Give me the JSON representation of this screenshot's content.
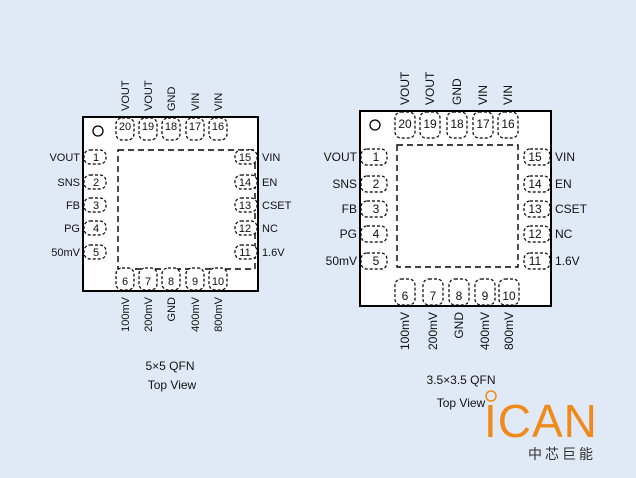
{
  "packages": [
    {
      "id": "qfn5x5",
      "caption_size": "5×5 QFN",
      "caption_view": "Top View",
      "pins": {
        "top": [
          {
            "num": "20",
            "name": "VOUT"
          },
          {
            "num": "19",
            "name": "VOUT"
          },
          {
            "num": "18",
            "name": "GND"
          },
          {
            "num": "17",
            "name": "VIN"
          },
          {
            "num": "16",
            "name": "VIN"
          }
        ],
        "left": [
          {
            "num": "1",
            "name": "VOUT"
          },
          {
            "num": "2",
            "name": "SNS"
          },
          {
            "num": "3",
            "name": "FB"
          },
          {
            "num": "4",
            "name": "PG"
          },
          {
            "num": "5",
            "name": "50mV"
          }
        ],
        "right": [
          {
            "num": "15",
            "name": "VIN"
          },
          {
            "num": "14",
            "name": "EN"
          },
          {
            "num": "13",
            "name": "CSET"
          },
          {
            "num": "12",
            "name": "NC"
          },
          {
            "num": "11",
            "name": "1.6V"
          }
        ],
        "bottom": [
          {
            "num": "6",
            "name": "100mV"
          },
          {
            "num": "7",
            "name": "200mV"
          },
          {
            "num": "8",
            "name": "GND"
          },
          {
            "num": "9",
            "name": "400mV"
          },
          {
            "num": "10",
            "name": "800mV"
          }
        ]
      }
    },
    {
      "id": "qfn3p5",
      "caption_size": "3.5×3.5 QFN",
      "caption_view": "Top View",
      "pins": {
        "top": [
          {
            "num": "20",
            "name": "VOUT"
          },
          {
            "num": "19",
            "name": "VOUT"
          },
          {
            "num": "18",
            "name": "GND"
          },
          {
            "num": "17",
            "name": "VIN"
          },
          {
            "num": "16",
            "name": "VIN"
          }
        ],
        "left": [
          {
            "num": "1",
            "name": "VOUT"
          },
          {
            "num": "2",
            "name": "SNS"
          },
          {
            "num": "3",
            "name": "FB"
          },
          {
            "num": "4",
            "name": "PG"
          },
          {
            "num": "5",
            "name": "50mV"
          }
        ],
        "right": [
          {
            "num": "15",
            "name": "VIN"
          },
          {
            "num": "14",
            "name": "EN"
          },
          {
            "num": "13",
            "name": "CSET"
          },
          {
            "num": "12",
            "name": "NC"
          },
          {
            "num": "11",
            "name": "1.6V"
          }
        ],
        "bottom": [
          {
            "num": "6",
            "name": "100mV"
          },
          {
            "num": "7",
            "name": "200mV"
          },
          {
            "num": "8",
            "name": "GND"
          },
          {
            "num": "9",
            "name": "400mV"
          },
          {
            "num": "10",
            "name": "800mV"
          }
        ]
      }
    }
  ],
  "logo": {
    "text": "ICAN",
    "subtext": "中芯巨能"
  }
}
